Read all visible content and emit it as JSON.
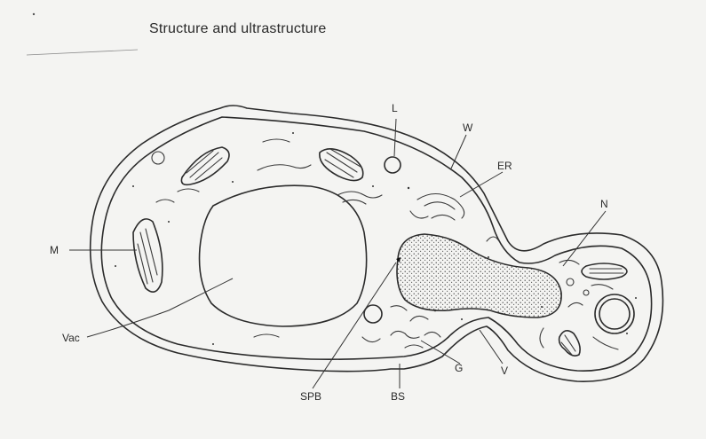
{
  "title": "Structure and ultrastructure",
  "labels": {
    "L": "L",
    "W": "W",
    "ER": "ER",
    "N": "N",
    "M": "M",
    "Vac": "Vac",
    "SPB": "SPB",
    "BS": "BS",
    "G": "G",
    "V": "V"
  }
}
